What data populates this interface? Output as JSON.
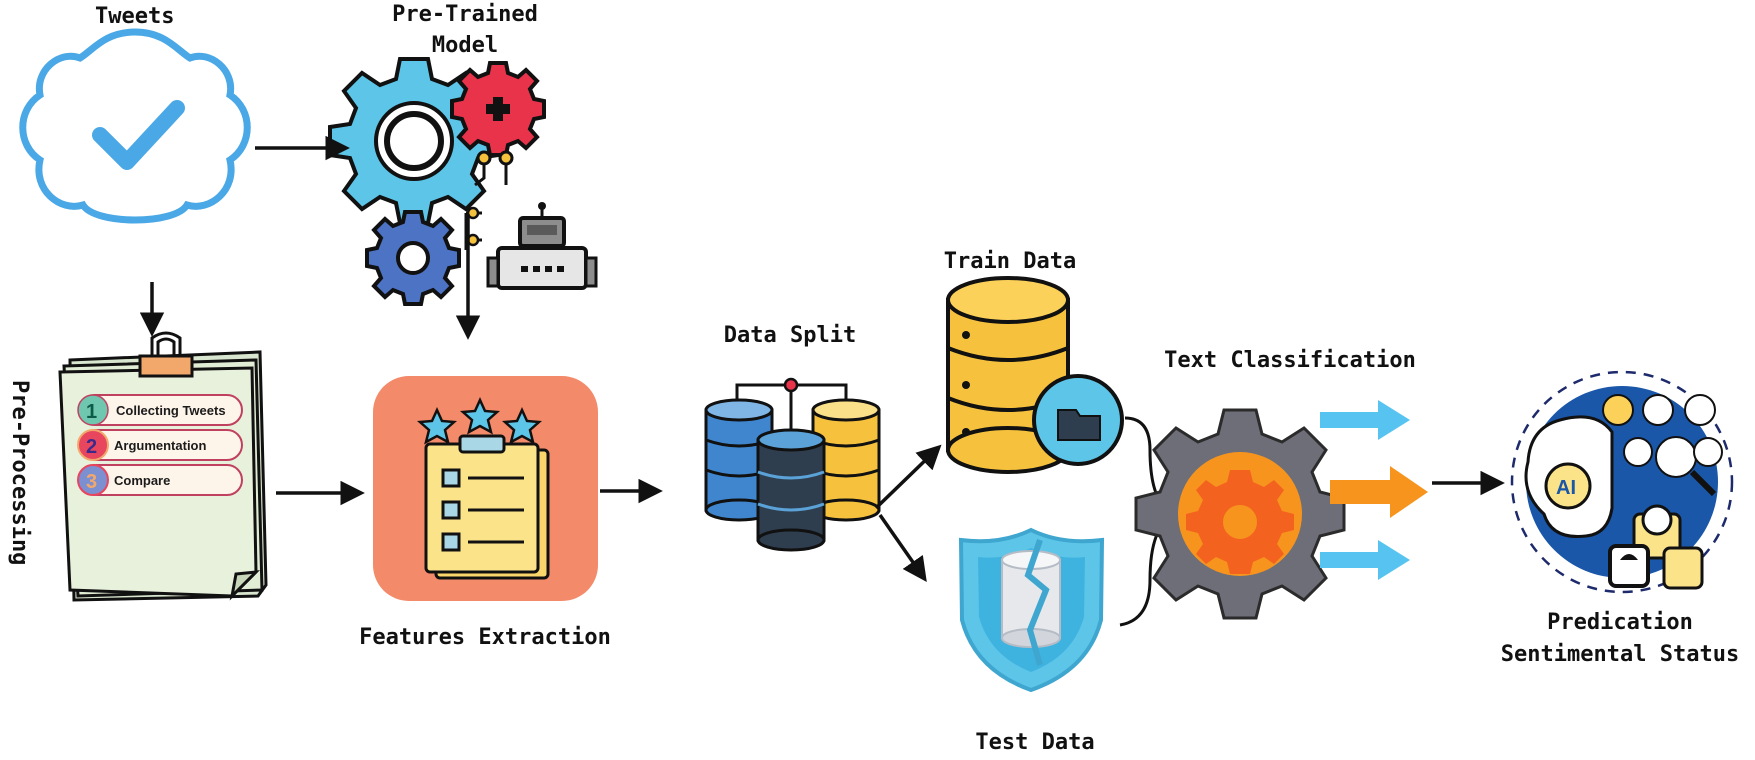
{
  "labels": {
    "tweets": "Tweets",
    "pretrained_line1": "Pre-Trained",
    "pretrained_line2": "Model",
    "preprocessing": "Pre-Processing",
    "features_extraction": "Features Extraction",
    "data_split": "Data Split",
    "train_data": "Train Data",
    "test_data": "Test Data",
    "text_classification": "Text Classification",
    "prediction_line1": "Predication",
    "prediction_line2": "Sentimental Status"
  },
  "preprocessing_steps": [
    {
      "num": "1",
      "label": "Collecting Tweets",
      "color": "#6fc7b0"
    },
    {
      "num": "2",
      "label": "Argumentation",
      "color": "#e8465e"
    },
    {
      "num": "3",
      "label": "Compare",
      "color": "#7c8fd0"
    }
  ],
  "prediction_icon_text": "AI",
  "colors": {
    "tweet_blue": "#4aa8e6",
    "gear_cyan": "#5cc5e8",
    "gear_red": "#e8334a",
    "gear_blue": "#4d73c4",
    "robot_gray": "#8d8d8d",
    "features_bg": "#f38a6a",
    "clipboard_yellow": "#fbe38a",
    "db_blue": "#3f86cf",
    "db_yellow": "#f6c23e",
    "db_dark": "#2f3e4e",
    "orange": "#f7941d",
    "arrow_light_blue": "#56c3f0"
  }
}
